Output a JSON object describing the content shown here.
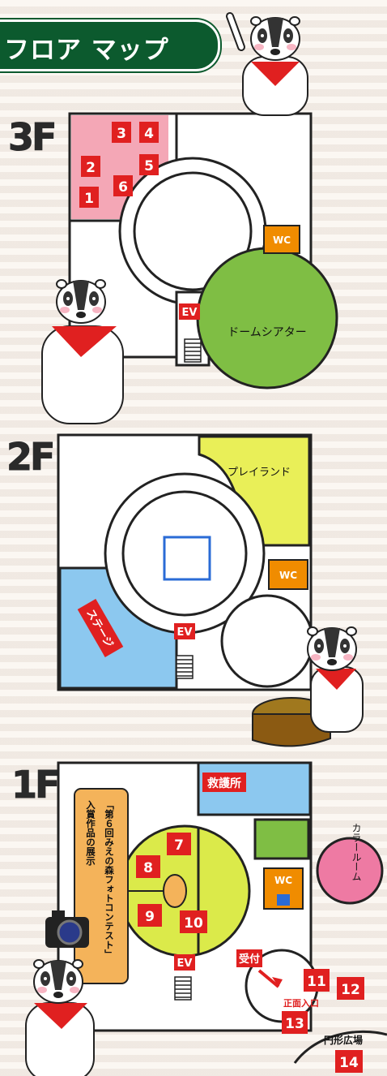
{
  "title": "フロア マップ",
  "floors": {
    "f3": {
      "label": "3F",
      "rooms": {
        "1": "1",
        "2": "2",
        "3": "3",
        "4": "4",
        "5": "5",
        "6": "6"
      },
      "wc": "WC",
      "ev": "EV",
      "dome_theater": "ドームシアター"
    },
    "f2": {
      "label": "2F",
      "playland": "プレイランド",
      "wc": "WC",
      "ev": "EV",
      "stage": "ステージ"
    },
    "f1": {
      "label": "1F",
      "first_aid": "救護所",
      "photo_contest_line1": "「第６回みえの森フォトコンテスト」",
      "photo_contest_line2": "入賞作品の展示",
      "rooms": {
        "7": "7",
        "8": "8",
        "9": "9",
        "10": "10",
        "11": "11",
        "12": "12",
        "13": "13",
        "14": "14"
      },
      "color_room": "カラールーム",
      "wc": "WC",
      "ev": "EV",
      "reception": "受付",
      "main_entrance": "正面入口",
      "circle_plaza": "円形広場"
    }
  },
  "colors": {
    "title_green": "#0c5a2e",
    "pink_exhibit": "#f4a7b6",
    "dome_green": "#7fbe44",
    "playland_yellow": "#e9ef58",
    "stage_blue": "#8cc8ef",
    "first_aid_blue": "#8cc8ef",
    "hall_yellow": "#dbea4a",
    "number_red": "#e02020",
    "wc_orange": "#f08c00",
    "color_room_pink": "#ee7aa3",
    "photo_panel": "#f4b35a"
  }
}
